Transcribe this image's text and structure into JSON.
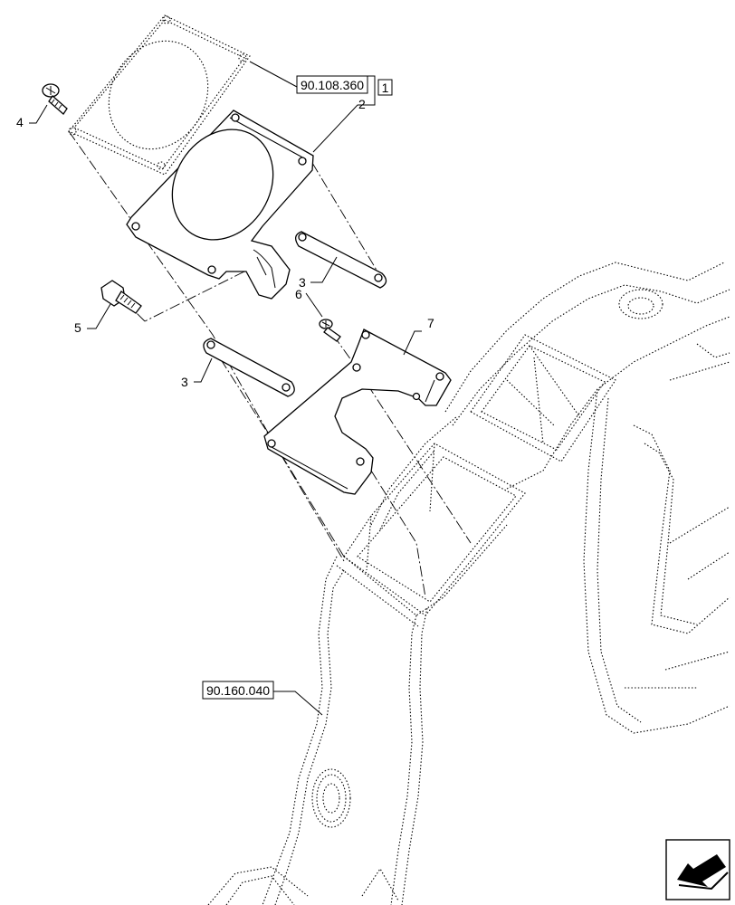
{
  "references": {
    "gasket_ref": "90.108.360",
    "gasket_box": "1",
    "frame_ref": "90.160.040"
  },
  "callouts": {
    "c2": "2",
    "c3a": "3",
    "c3b": "3",
    "c4": "4",
    "c5": "5",
    "c6": "6",
    "c7": "7"
  },
  "icons": {
    "nav": "back-arrow-icon"
  }
}
